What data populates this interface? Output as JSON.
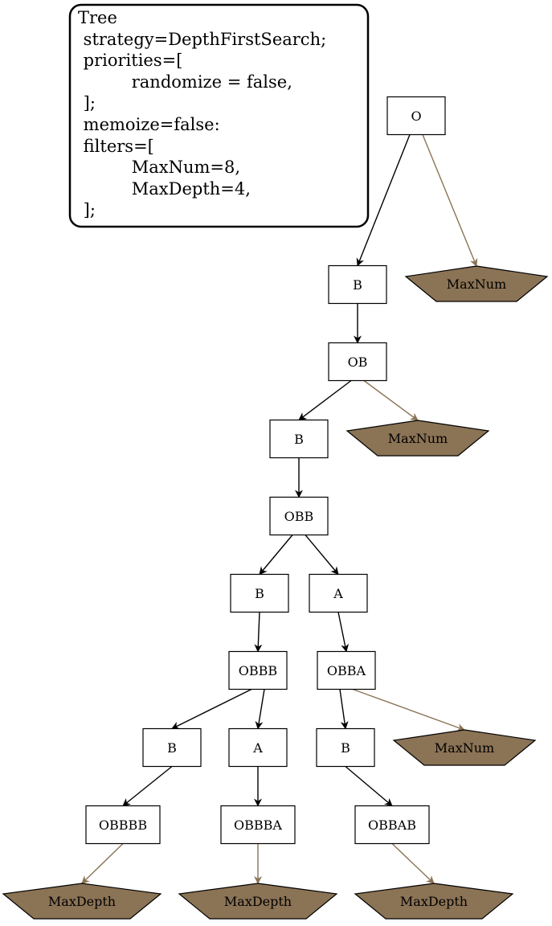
{
  "colors": {
    "node_fill": "#ffffff",
    "node_stroke": "#000000",
    "filter_fill": "#8b7355",
    "edge_normal": "#000000",
    "edge_filter": "#8b7355"
  },
  "info_box": {
    "lines": [
      "Tree",
      " strategy=DepthFirstSearch;",
      " priorities=[",
      "          randomize = false,",
      " ];",
      " memoize=false:",
      " filters=[",
      "          MaxNum=8,",
      "          MaxDepth=4,",
      " ];"
    ]
  },
  "nodes": {
    "n_O": {
      "label": "O",
      "kind": "state"
    },
    "n_B1": {
      "label": "B",
      "kind": "state"
    },
    "n_OB": {
      "label": "OB",
      "kind": "state"
    },
    "n_B2": {
      "label": "B",
      "kind": "state"
    },
    "n_OBB": {
      "label": "OBB",
      "kind": "state"
    },
    "n_B3": {
      "label": "B",
      "kind": "state"
    },
    "n_A3": {
      "label": "A",
      "kind": "state"
    },
    "n_OBBB": {
      "label": "OBBB",
      "kind": "state"
    },
    "n_OBBA": {
      "label": "OBBA",
      "kind": "state"
    },
    "n_B4": {
      "label": "B",
      "kind": "state"
    },
    "n_A4": {
      "label": "A",
      "kind": "state"
    },
    "n_B5": {
      "label": "B",
      "kind": "state"
    },
    "n_OBBBB": {
      "label": "OBBBB",
      "kind": "state"
    },
    "n_OBBBA": {
      "label": "OBBBA",
      "kind": "state"
    },
    "n_OBBAB": {
      "label": "OBBAB",
      "kind": "state"
    },
    "f_maxnum_1": {
      "label": "MaxNum",
      "kind": "filter"
    },
    "f_maxnum_2": {
      "label": "MaxNum",
      "kind": "filter"
    },
    "f_maxnum_3": {
      "label": "MaxNum",
      "kind": "filter"
    },
    "f_maxdepth_1": {
      "label": "MaxDepth",
      "kind": "filter"
    },
    "f_maxdepth_2": {
      "label": "MaxDepth",
      "kind": "filter"
    },
    "f_maxdepth_3": {
      "label": "MaxDepth",
      "kind": "filter"
    }
  },
  "edges": [
    {
      "from": "n_O",
      "to": "n_B1",
      "kind": "normal"
    },
    {
      "from": "n_O",
      "to": "f_maxnum_1",
      "kind": "filter"
    },
    {
      "from": "n_B1",
      "to": "n_OB",
      "kind": "normal"
    },
    {
      "from": "n_OB",
      "to": "n_B2",
      "kind": "normal"
    },
    {
      "from": "n_OB",
      "to": "f_maxnum_2",
      "kind": "filter"
    },
    {
      "from": "n_B2",
      "to": "n_OBB",
      "kind": "normal"
    },
    {
      "from": "n_OBB",
      "to": "n_B3",
      "kind": "normal"
    },
    {
      "from": "n_OBB",
      "to": "n_A3",
      "kind": "normal"
    },
    {
      "from": "n_B3",
      "to": "n_OBBB",
      "kind": "normal"
    },
    {
      "from": "n_A3",
      "to": "n_OBBA",
      "kind": "normal"
    },
    {
      "from": "n_OBBB",
      "to": "n_B4",
      "kind": "normal"
    },
    {
      "from": "n_OBBB",
      "to": "n_A4",
      "kind": "normal"
    },
    {
      "from": "n_OBBA",
      "to": "n_B5",
      "kind": "normal"
    },
    {
      "from": "n_OBBA",
      "to": "f_maxnum_3",
      "kind": "filter"
    },
    {
      "from": "n_B4",
      "to": "n_OBBBB",
      "kind": "normal"
    },
    {
      "from": "n_A4",
      "to": "n_OBBBA",
      "kind": "normal"
    },
    {
      "from": "n_B5",
      "to": "n_OBBAB",
      "kind": "normal"
    },
    {
      "from": "n_OBBBB",
      "to": "f_maxdepth_1",
      "kind": "filter"
    },
    {
      "from": "n_OBBBA",
      "to": "f_maxdepth_2",
      "kind": "filter"
    },
    {
      "from": "n_OBBAB",
      "to": "f_maxdepth_3",
      "kind": "filter"
    }
  ]
}
